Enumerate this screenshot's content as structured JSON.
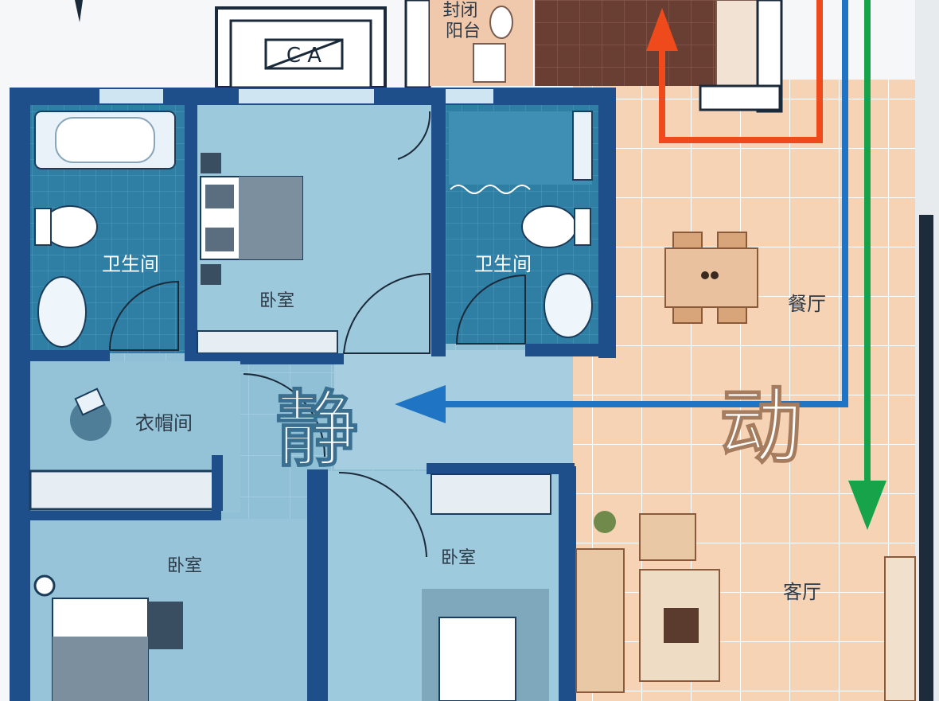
{
  "rooms": {
    "balcony": "封闭\n阳台",
    "bath_left": "卫生间",
    "bath_right": "卫生间",
    "bedroom_top": "卧室",
    "cloakroom": "衣帽间",
    "bedroom_bottom_left": "卧室",
    "bedroom_bottom_mid": "卧室",
    "dining": "餐厅",
    "living": "客厅"
  },
  "zones": {
    "quiet": "静",
    "active": "动"
  },
  "door_tag": "C  A",
  "colors": {
    "quiet_zone": "#9cc7dc",
    "active_zone": "#f6d3b4",
    "wall": "#1f4f8a",
    "arrow_blue": "#1f74c4",
    "arrow_green": "#16a34a",
    "arrow_red": "#ef4a1c"
  }
}
